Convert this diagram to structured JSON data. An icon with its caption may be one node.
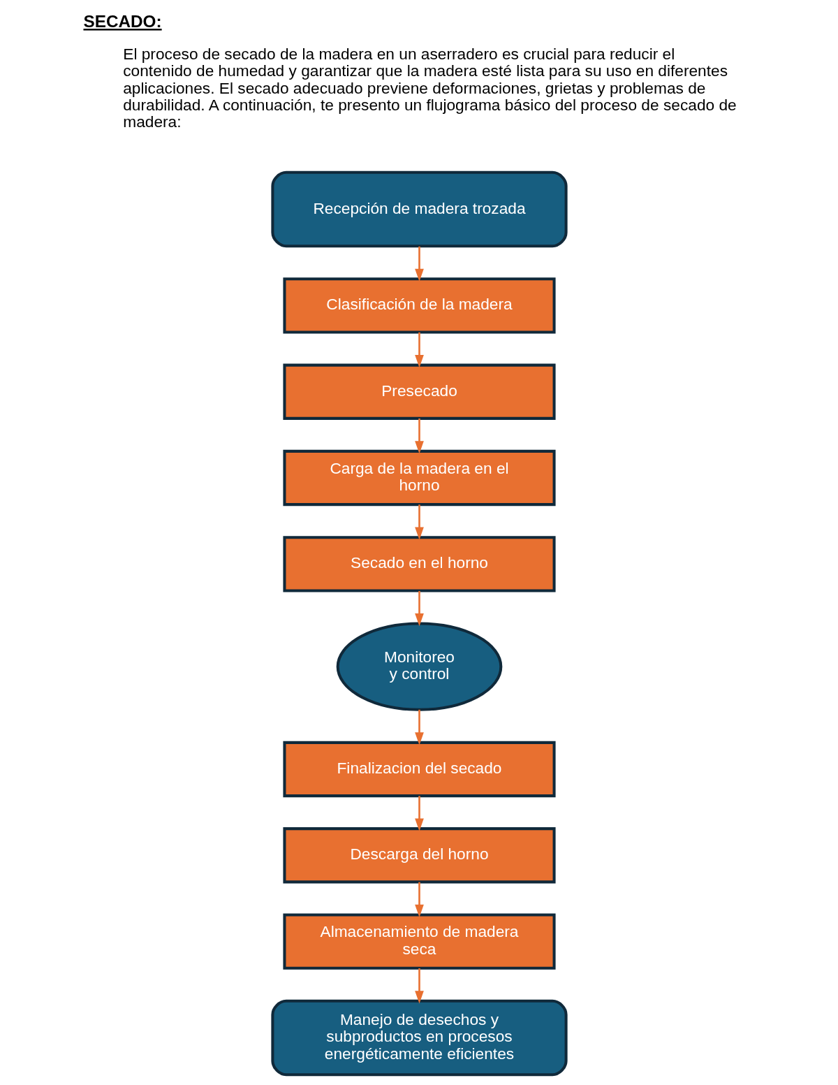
{
  "diagram": {
    "title": "SECADO:",
    "nodes": [
      {
        "text": [
          "Recepción de madera trozada"
        ]
      },
      {
        "text": [
          "Clasificación de la madera"
        ]
      },
      {
        "text": [
          "Presecado"
        ]
      },
      {
        "text": [
          "Carga de la madera en el horno"
        ]
      },
      {
        "text": [
          "Secado en el horno"
        ]
      },
      {
        "text": [
          "Monitoreo y control"
        ]
      },
      {
        "text": [
          "Finalizacion del secado"
        ]
      },
      {
        "text": [
          "Descarga del horno"
        ]
      },
      {
        "text": [
          "Almacenamiento de madera seca"
        ]
      },
      {
        "text": [
          "Manejo de desechos y subproductos en procesos energéticamente eficientes"
        ]
      }
    ],
    "edges": [
      {
        "from": 0,
        "to": 1,
        "arrow": "to"
      },
      {
        "from": 1,
        "to": 2,
        "arrow": "to"
      },
      {
        "from": 2,
        "to": 3,
        "arrow": "to"
      },
      {
        "from": 3,
        "to": 4,
        "arrow": "to"
      },
      {
        "from": 4,
        "to": 5,
        "arrow": "to"
      },
      {
        "from": 5,
        "to": 6,
        "arrow": "to"
      },
      {
        "from": 6,
        "to": 7,
        "arrow": "to"
      },
      {
        "from": 7,
        "to": 8,
        "arrow": "to"
      },
      {
        "from": 8,
        "to": 9,
        "arrow": "to"
      }
    ],
    "labels": [
      "El proceso de secado de la madera en un aserradero es crucial para reducir el contenido de humedad y garantizar que la madera esté lista para su uso en diferentes aplicaciones. El secado adecuado previene deformaciones, grietas y problemas de durabilidad. A continuación, te presento un flujograma básico del proceso de secado de madera:"
    ]
  }
}
